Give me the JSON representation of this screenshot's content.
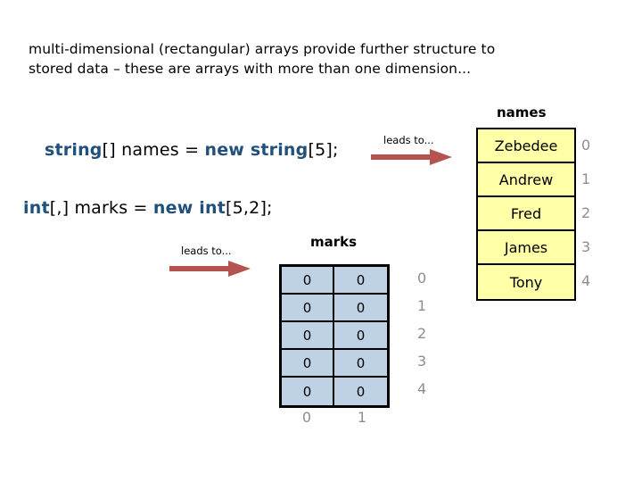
{
  "slide": {
    "intro_line1": "multi-dimensional (rectangular) arrays provide further structure to",
    "intro_line2": "stored data – these are arrays with more than one dimension..."
  },
  "code": {
    "line1": {
      "kw1": "string",
      "mid1": "[] names = ",
      "kw2": "new string",
      "tail": "[5];"
    },
    "line2": {
      "kw1": "int",
      "mid1": "[,] marks = ",
      "kw2": "new int",
      "tail": "[5,2];"
    }
  },
  "annotations": {
    "leads_to_1": "leads to...",
    "leads_to_2": "leads to...",
    "arrow_color": "#b4534f"
  },
  "names_table": {
    "title": "names",
    "cell_color": "#ffffa8",
    "values": [
      "Zebedee",
      "Andrew",
      "Fred",
      "James",
      "Tony"
    ],
    "row_indices": [
      "0",
      "1",
      "2",
      "3",
      "4"
    ]
  },
  "marks_table": {
    "title": "marks",
    "cell_color": "#bed1e5",
    "rows": [
      [
        "0",
        "0"
      ],
      [
        "0",
        "0"
      ],
      [
        "0",
        "0"
      ],
      [
        "0",
        "0"
      ],
      [
        "0",
        "0"
      ]
    ],
    "row_indices": [
      "0",
      "1",
      "2",
      "3",
      "4"
    ],
    "col_indices": [
      "0",
      "1"
    ]
  }
}
